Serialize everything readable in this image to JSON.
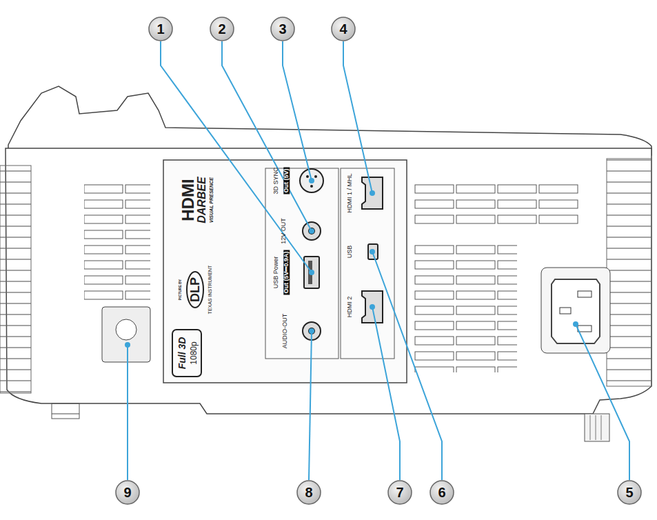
{
  "diagram": {
    "nodes": [
      {
        "text": [
          "1"
        ]
      },
      {
        "text": [
          "2"
        ]
      },
      {
        "text": [
          "3"
        ]
      },
      {
        "text": [
          "4"
        ]
      },
      {
        "text": [
          "9"
        ]
      },
      {
        "text": [
          "8"
        ]
      },
      {
        "text": [
          "7"
        ]
      },
      {
        "text": [
          "6"
        ]
      },
      {
        "text": [
          "5"
        ]
      }
    ],
    "labels": [
      "HDMI",
      "DARBEE",
      "VISUAL PRESENCE",
      "PICTURE BY",
      "DLP",
      "TEXAS INSTRUMENT",
      "Full 3D",
      "1080p",
      "3D SYNC",
      "Out (5V)",
      "12V OUT",
      "USB Power",
      "Out (5V⎓0.9A)",
      "AUDIO-OUT",
      "HDMI 1 / MHL",
      "USB",
      "HDMI 2"
    ]
  }
}
